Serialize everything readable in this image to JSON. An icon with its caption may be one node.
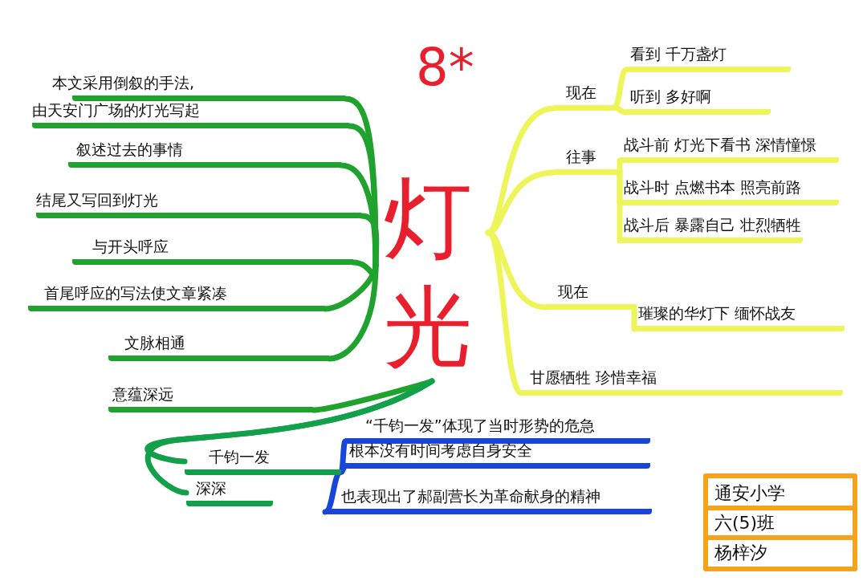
{
  "diagram": {
    "nodes": [
      {
        "text": [
          "灯光"
        ]
      },
      {
        "text": [
          "本文采用倒叙的手法,"
        ]
      },
      {
        "text": [
          "由天安门广场的灯光写起"
        ]
      },
      {
        "text": [
          "叙述过去的事情"
        ]
      },
      {
        "text": [
          "结尾又写回到灯光"
        ]
      },
      {
        "text": [
          "与开头呼应"
        ]
      },
      {
        "text": [
          "首尾呼应的写法使文章紧凑"
        ]
      },
      {
        "text": [
          "文脉相通"
        ]
      },
      {
        "text": [
          "意蕴深远"
        ]
      },
      {
        "text": [
          "千钧一发"
        ]
      },
      {
        "text": [
          "深深"
        ]
      },
      {
        "text": [
          "“千钧一发”体现了当时形势的危急"
        ]
      },
      {
        "text": [
          "根本没有时间考虑自身安全"
        ]
      },
      {
        "text": [
          "也表现出了郝副营长为革命献身的精神"
        ]
      },
      {
        "text": [
          "现在"
        ]
      },
      {
        "text": [
          "看到 千万盏灯"
        ]
      },
      {
        "text": [
          "听到 多好啊"
        ]
      },
      {
        "text": [
          "往事"
        ]
      },
      {
        "text": [
          "战斗前 灯光下看书 深情憧憬"
        ]
      },
      {
        "text": [
          "战斗时 点燃书本 照亮前路"
        ]
      },
      {
        "text": [
          "战斗后 暴露自己 壮烈牺牲"
        ]
      },
      {
        "text": [
          "现在"
        ]
      },
      {
        "text": [
          "璀璨的华灯下 缅怀战友"
        ]
      },
      {
        "text": [
          "甘愿牺牲 珍惜幸福"
        ]
      },
      {
        "text": [
          "通安小学",
          "六(5)班",
          "杨梓汐"
        ]
      }
    ],
    "edges": [
      {
        "from": 0,
        "to": 1,
        "arrow": "none",
        "color": "#1fa22e"
      },
      {
        "from": 0,
        "to": 2,
        "arrow": "none",
        "color": "#1fa22e"
      },
      {
        "from": 0,
        "to": 3,
        "arrow": "none",
        "color": "#1fa22e"
      },
      {
        "from": 0,
        "to": 4,
        "arrow": "none",
        "color": "#1fa22e"
      },
      {
        "from": 0,
        "to": 5,
        "arrow": "none",
        "color": "#1fa22e"
      },
      {
        "from": 0,
        "to": 6,
        "arrow": "none",
        "color": "#1fa22e"
      },
      {
        "from": 0,
        "to": 7,
        "arrow": "none",
        "color": "#1fa22e"
      },
      {
        "from": 0,
        "to": 8,
        "arrow": "none",
        "color": "#1fa22e"
      },
      {
        "from": 0,
        "to": 9,
        "arrow": "none",
        "color": "#13a04a"
      },
      {
        "from": 0,
        "to": 10,
        "arrow": "none",
        "color": "#13a04a"
      },
      {
        "from": 9,
        "to": 11,
        "arrow": "none",
        "color": "#1846d8"
      },
      {
        "from": 9,
        "to": 12,
        "arrow": "none",
        "color": "#1846d8"
      },
      {
        "from": 9,
        "to": 13,
        "arrow": "none",
        "color": "#1846d8"
      },
      {
        "from": 0,
        "to": 14,
        "arrow": "none",
        "color": "#eef55a"
      },
      {
        "from": 14,
        "to": 15,
        "arrow": "none",
        "color": "#eef55a"
      },
      {
        "from": 14,
        "to": 16,
        "arrow": "none",
        "color": "#eef55a"
      },
      {
        "from": 0,
        "to": 17,
        "arrow": "none",
        "color": "#eef55a"
      },
      {
        "from": 17,
        "to": 18,
        "arrow": "none",
        "color": "#eef55a"
      },
      {
        "from": 17,
        "to": 19,
        "arrow": "none",
        "color": "#eef55a"
      },
      {
        "from": 17,
        "to": 20,
        "arrow": "none",
        "color": "#eef55a"
      },
      {
        "from": 0,
        "to": 21,
        "arrow": "none",
        "color": "#eef55a"
      },
      {
        "from": 21,
        "to": 22,
        "arrow": "none",
        "color": "#eef55a"
      },
      {
        "from": 0,
        "to": 23,
        "arrow": "none",
        "color": "#eef55a"
      }
    ],
    "labels": [
      "8*"
    ]
  }
}
